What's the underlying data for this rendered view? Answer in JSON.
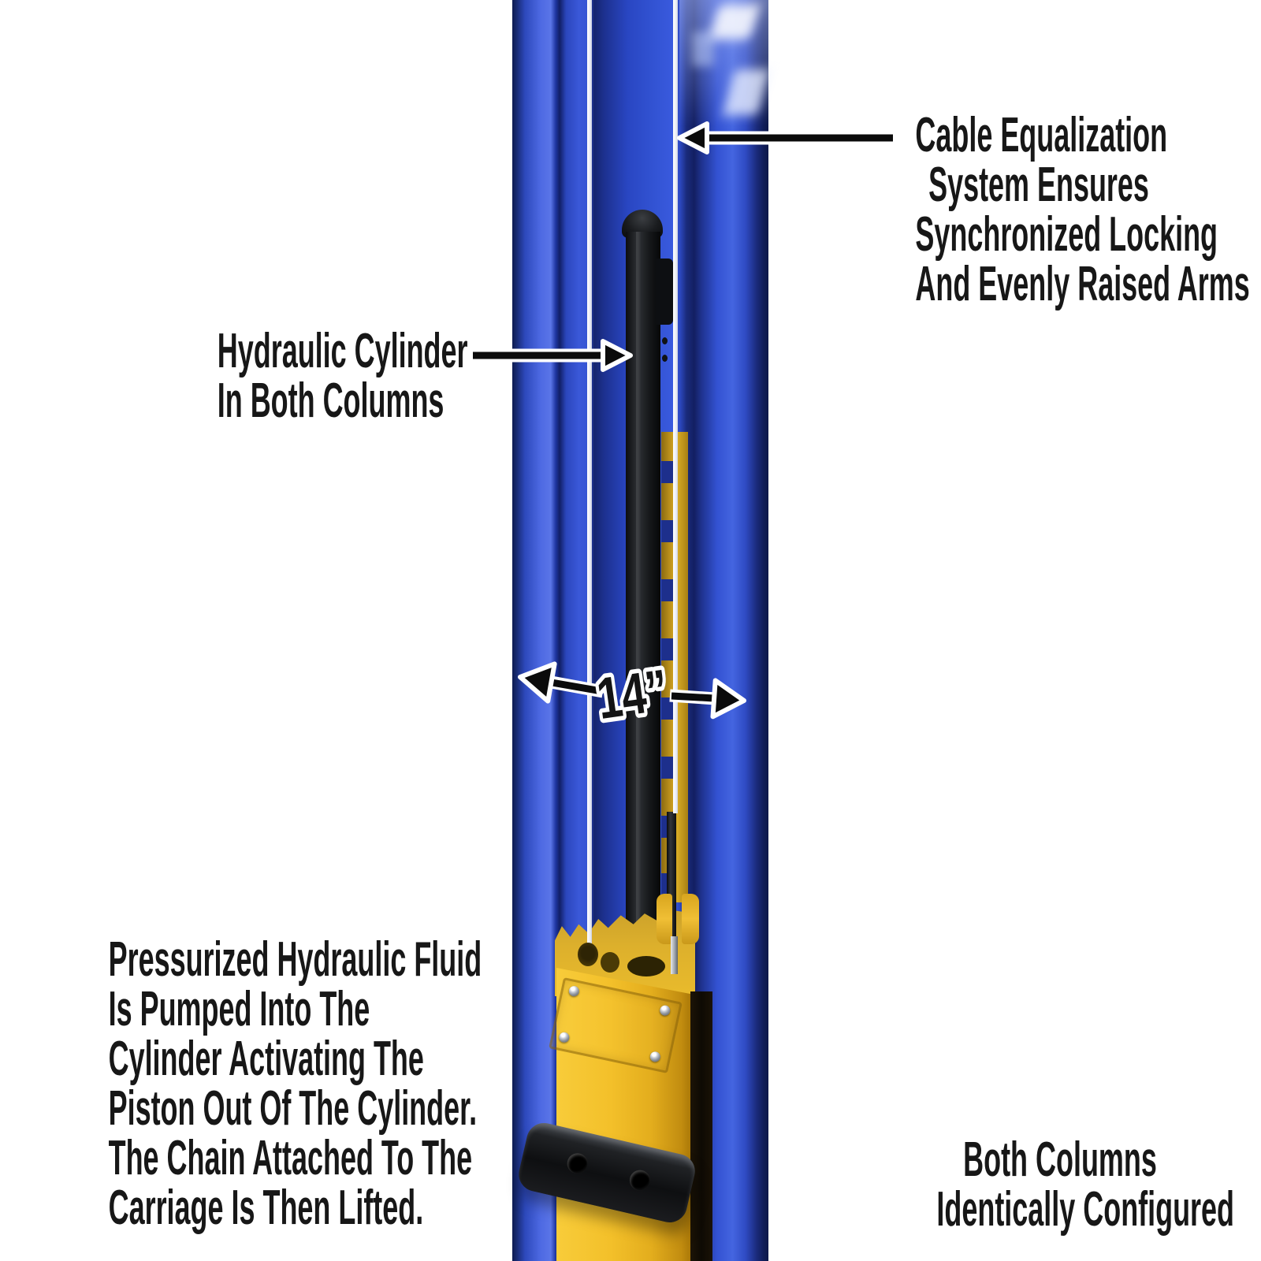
{
  "figure": {
    "dimension_label": "14”",
    "labels": {
      "cable_equalization": [
        "Cable Equalization",
        "System Ensures",
        "Synchronized Locking",
        "And Evenly Raised Arms"
      ],
      "hydraulic_cylinder": [
        "Hydraulic Cylinder",
        "In Both Columns"
      ],
      "hydraulic_process": [
        "Pressurized Hydraulic Fluid",
        "Is Pumped Into The",
        "Cylinder Activating The",
        "Piston Out Of The Cylinder.",
        "The Chain Attached To The",
        "Carriage Is Then Lifted."
      ],
      "both_columns": [
        "Both Columns",
        "Identically Configured"
      ]
    },
    "colors": {
      "column_blue_bright": "#3a58d8",
      "column_blue_dark": "#16266e",
      "carriage_yellow": "#eebb27",
      "ladder_gold": "#c79a1e",
      "cylinder_black": "#141518",
      "cable_white": "#f5f7fc",
      "rubber_black": "#141416",
      "text_color": "#171717",
      "arrow_black": "#0b0b0b",
      "arrow_outline": "#ffffff",
      "background": "#ffffff"
    }
  }
}
